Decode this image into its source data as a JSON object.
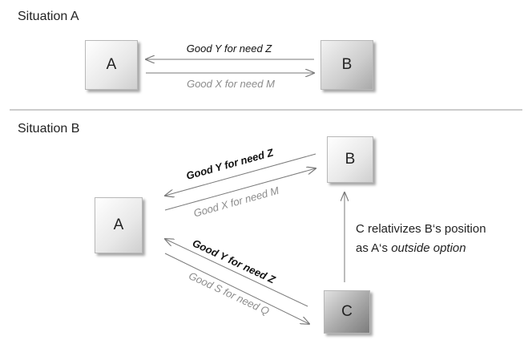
{
  "situation_a": {
    "heading": "Situation A",
    "box_a": "A",
    "box_b": "B",
    "flow_top": "Good Y for need Z",
    "flow_bottom": "Good X for need M"
  },
  "situation_b": {
    "heading": "Situation B",
    "box_a": "A",
    "box_b": "B",
    "box_c": "C",
    "flow_ab_top": "Good Y for need Z",
    "flow_ab_bottom": "Good X for need M",
    "flow_ac_top": "Good Y for need Z",
    "flow_ac_bottom": "Good S for need Q",
    "note_line1": "C relativizes B‘s position",
    "note_line2_prefix": "as A‘s ",
    "note_line2_emphasis": "outside option"
  },
  "colors": {
    "arrow": "#7a7a7a",
    "text_dark": "#111111",
    "text_gray": "#8c8c8c",
    "divider": "#9a9a9a"
  }
}
